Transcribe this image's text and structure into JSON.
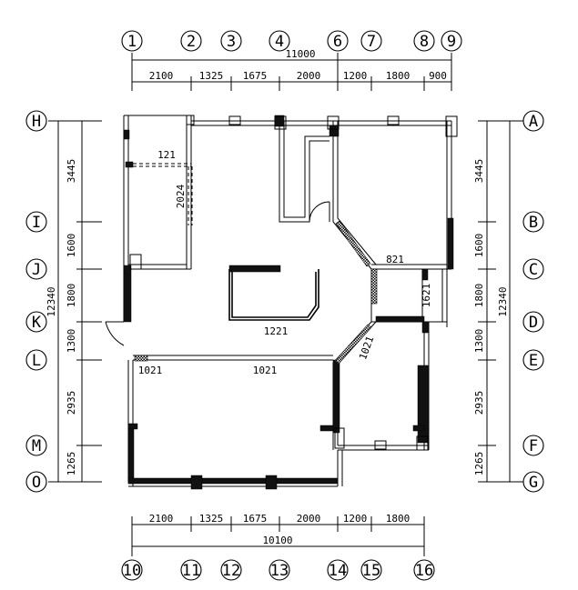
{
  "top_axes": [
    "1",
    "2",
    "3",
    "4",
    "6",
    "7",
    "8",
    "9"
  ],
  "top_total": "11000",
  "top_dims": [
    "2100",
    "1325",
    "1675",
    "2000",
    "1200",
    "1800",
    "900"
  ],
  "bottom_axes": [
    "10",
    "11",
    "12",
    "13",
    "14",
    "15",
    "16"
  ],
  "bottom_total": "10100",
  "bottom_dims": [
    "2100",
    "1325",
    "1675",
    "2000",
    "1200",
    "1800"
  ],
  "left_axes": [
    "H",
    "I",
    "J",
    "K",
    "L",
    "M",
    "O"
  ],
  "left_dims": [
    "3445",
    "1600",
    "1800",
    "1300",
    "2935",
    "1265"
  ],
  "left_total": "12340",
  "right_axes": [
    "A",
    "B",
    "C",
    "D",
    "E",
    "F",
    "G"
  ],
  "right_dims": [
    "3445",
    "1600",
    "1800",
    "1300",
    "2935",
    "1265"
  ],
  "right_total": "12340",
  "room_labels": [
    "121",
    "2024",
    "1221",
    "821",
    "1621",
    "1021",
    "1021",
    "1021"
  ]
}
